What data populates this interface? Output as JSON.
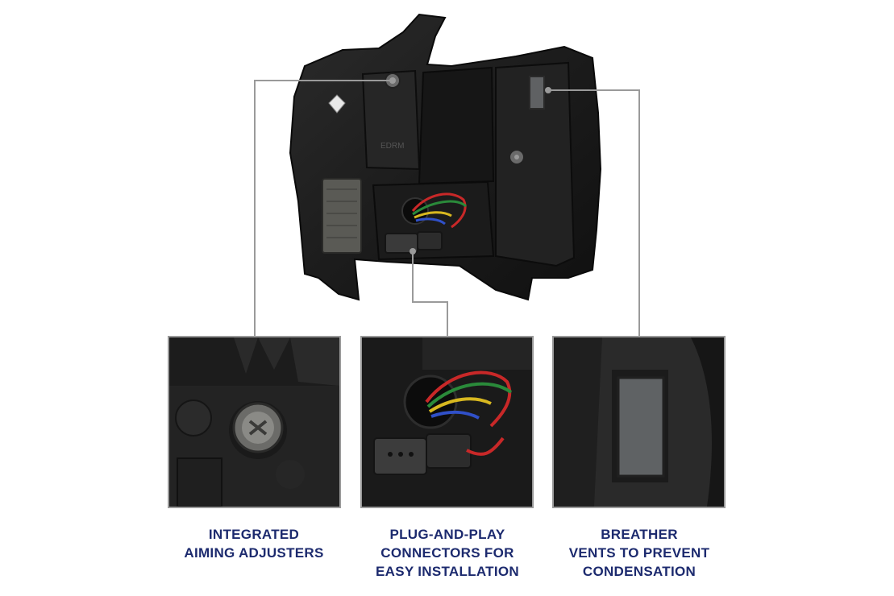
{
  "features": [
    {
      "lines": [
        "INTEGRATED",
        "AIMING ADJUSTERS"
      ]
    },
    {
      "lines": [
        "PLUG-AND-PLAY",
        "CONNECTORS FOR",
        "EASY INSTALLATION"
      ]
    },
    {
      "lines": [
        "BREATHER",
        "VENTS TO PREVENT",
        "CONDENSATION"
      ]
    }
  ],
  "colors": {
    "caption_text": "#1c2a6e",
    "leader_line": "#9a9a9a",
    "housing": "#1f1f1f",
    "background": "#ffffff"
  },
  "icons": [
    "headlight-housing-illustration",
    "aiming-adjuster-closeup",
    "connector-closeup",
    "breather-vent-closeup"
  ]
}
